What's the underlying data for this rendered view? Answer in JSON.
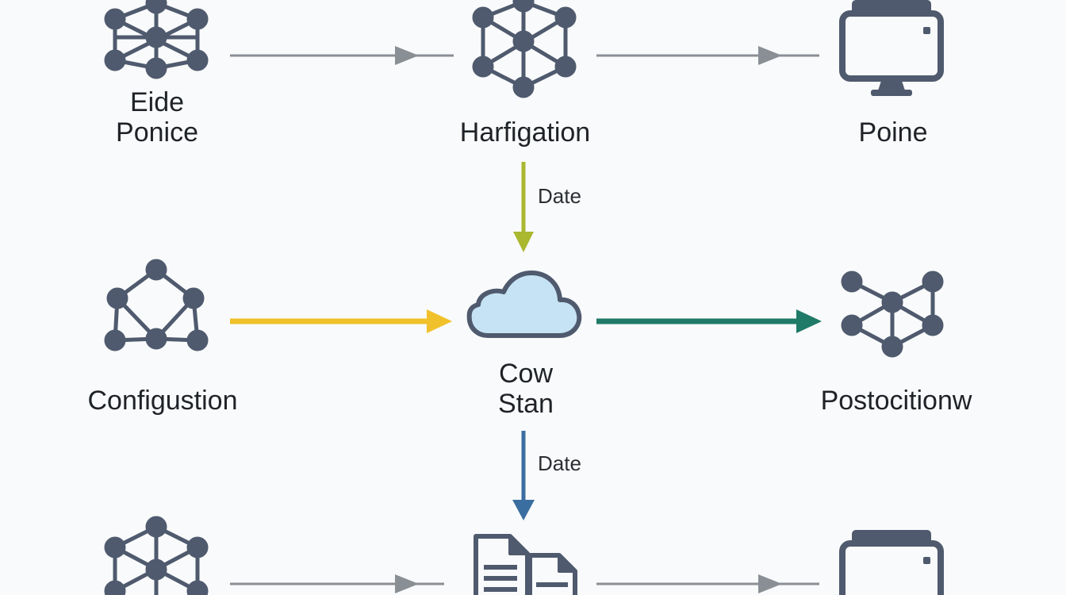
{
  "nodes": {
    "top_left": {
      "line1": "Eide",
      "line2": "Ponice",
      "icon": "network-mesh-icon"
    },
    "top_center": {
      "label": "Harfigation",
      "icon": "network-mesh-icon"
    },
    "top_right": {
      "label": "Poine",
      "icon": "monitor-icon"
    },
    "mid_left": {
      "label": "Configustion",
      "icon": "network-triangle-icon"
    },
    "mid_center": {
      "line1": "Cow",
      "line2": "Stan",
      "icon": "cloud-icon"
    },
    "mid_right": {
      "label": "Postocitionw",
      "icon": "network-star-icon"
    },
    "bottom_left": {
      "icon": "network-mesh-icon"
    },
    "bottom_center": {
      "icon": "documents-icon"
    },
    "bottom_right": {
      "icon": "monitor-icon"
    }
  },
  "edges": {
    "top_to_mid": {
      "label": "Date",
      "color": "#a9b82f"
    },
    "mid_to_bottom": {
      "label": "Date",
      "color": "#3b6ea0"
    },
    "mid_left_arrow": {
      "color": "#f0c12a"
    },
    "mid_right_arrow": {
      "color": "#1f7a68"
    },
    "gray_arrow": {
      "color": "#8a8f96"
    }
  },
  "colors": {
    "icon": "#4f5a6e",
    "cloud_fill": "#c6e3f5",
    "background": "#f9fafb"
  }
}
